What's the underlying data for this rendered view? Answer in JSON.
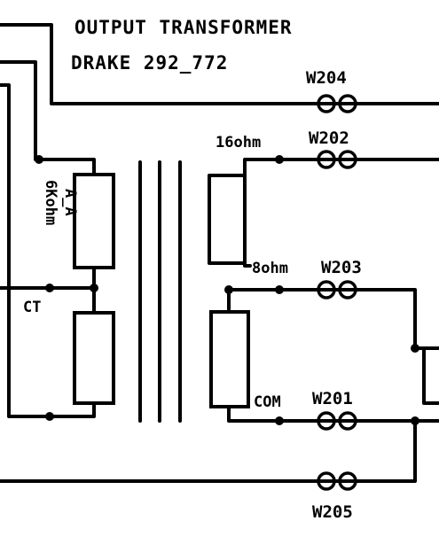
{
  "title_line1": "OUTPUT TRANSFORMER",
  "title_line2": "DRAKE 292_772",
  "connectors": {
    "w204": "W204",
    "w202": "W202",
    "w203": "W203",
    "w201": "W201",
    "w205": "W205"
  },
  "taps": {
    "t16": "16ohm",
    "t8": "8ohm",
    "com": "COM",
    "ct": "CT",
    "primary_line1": "6Kohm",
    "primary_line2": "A_A"
  }
}
